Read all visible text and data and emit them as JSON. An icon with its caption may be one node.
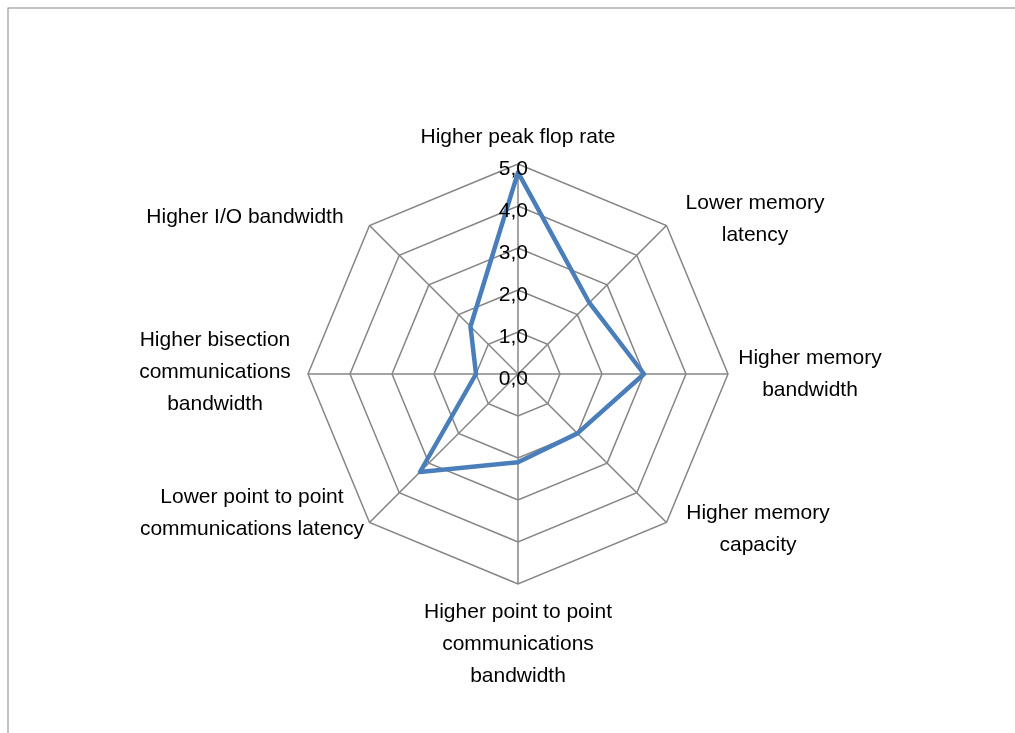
{
  "diagram": {
    "chart_data": {
      "type": "radar",
      "categories": [
        "Higher peak flop rate",
        "Lower memory latency",
        "Higher memory bandwidth",
        "Higher memory capacity",
        "Higher point to point communications bandwidth",
        "Lower point to point communications latency",
        "Higher bisection communications bandwidth",
        "Higher I/O bandwidth"
      ],
      "series": [
        {
          "color": "#4a7ebb",
          "values": [
            4.8,
            2.4,
            3.0,
            2.0,
            2.1,
            3.3,
            1.0,
            1.6
          ]
        }
      ],
      "ylim": [
        0,
        5
      ],
      "yticks": [
        {
          "value": 0,
          "label": "0,0"
        },
        {
          "value": 1,
          "label": "1,0"
        },
        {
          "value": 2,
          "label": "2,0"
        },
        {
          "value": 3,
          "label": "3,0"
        },
        {
          "value": 4,
          "label": "4,0"
        },
        {
          "value": 5,
          "label": "5,0"
        }
      ]
    }
  }
}
